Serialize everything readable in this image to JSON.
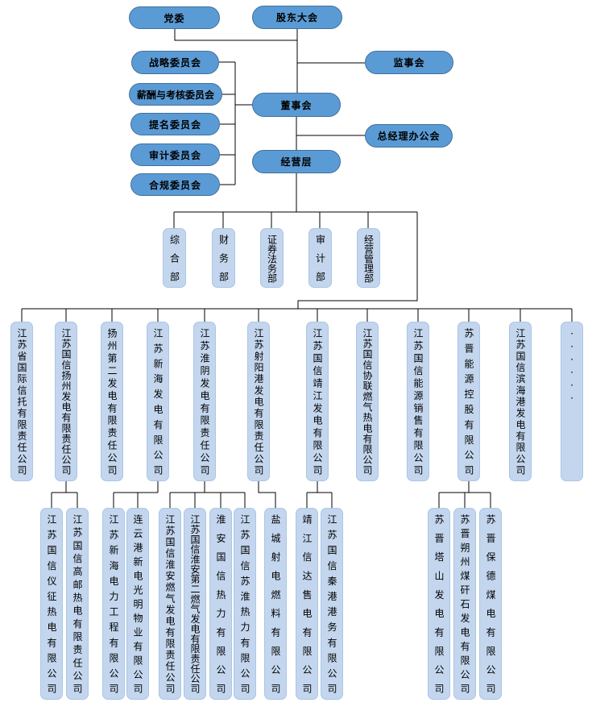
{
  "org": {
    "top": {
      "party": "党委",
      "shareholders": "股东大会",
      "supervisors": "监事会",
      "board": "董事会",
      "gm_office": "总经理办公会",
      "management": "经营层"
    },
    "committees": [
      "战略委员会",
      "薪酬与考核委员会",
      "提名委员会",
      "审计委员会",
      "合规委员会"
    ],
    "departments": [
      "综合部",
      "财务部",
      "证券法务部",
      "审计部",
      "经营管理部"
    ],
    "subsidiaries": [
      "江苏省国际信托有限责任公司",
      "江苏国信扬州发电有限责任公司",
      "扬州第二发电有限责任公司",
      "江苏新海发电有限公司",
      "江苏淮阴发电有限责任公司",
      "江苏射阳港发电有限责任公司",
      "江苏国信靖江发电有限公司",
      "江苏国信协联燃气热电有限公司",
      "江苏国信能源销售有限公司",
      "苏晋能源控股有限公司",
      "江苏国信滨海港发电有限公司",
      "······"
    ],
    "sub_subsidiaries": [
      "江苏国信仪征热电有限公司",
      "江苏国信高邮热电有限责任公司",
      "江苏新海电力工程有限公司",
      "连云港新电光明物业有限公司",
      "江苏国信淮安燃气发电有限责任公司",
      "江苏国信淮安第二燃气发电有限责任公司",
      "淮安国信热力有限公司",
      "江苏国信苏淮热力有限公司",
      "盐城射电燃料有限公司",
      "靖江信达售电有限公司",
      "江苏国信秦港港务有限公司",
      "苏晋塔山发电有限公司",
      "苏晋朔州煤矸石发电有限公司",
      "苏晋保德煤电有限公司"
    ],
    "colors": {
      "primary_node": "#5b9bd5",
      "primary_node_border": "#41719c",
      "secondary_node": "#c3d6ee",
      "connector": "#000000"
    }
  }
}
